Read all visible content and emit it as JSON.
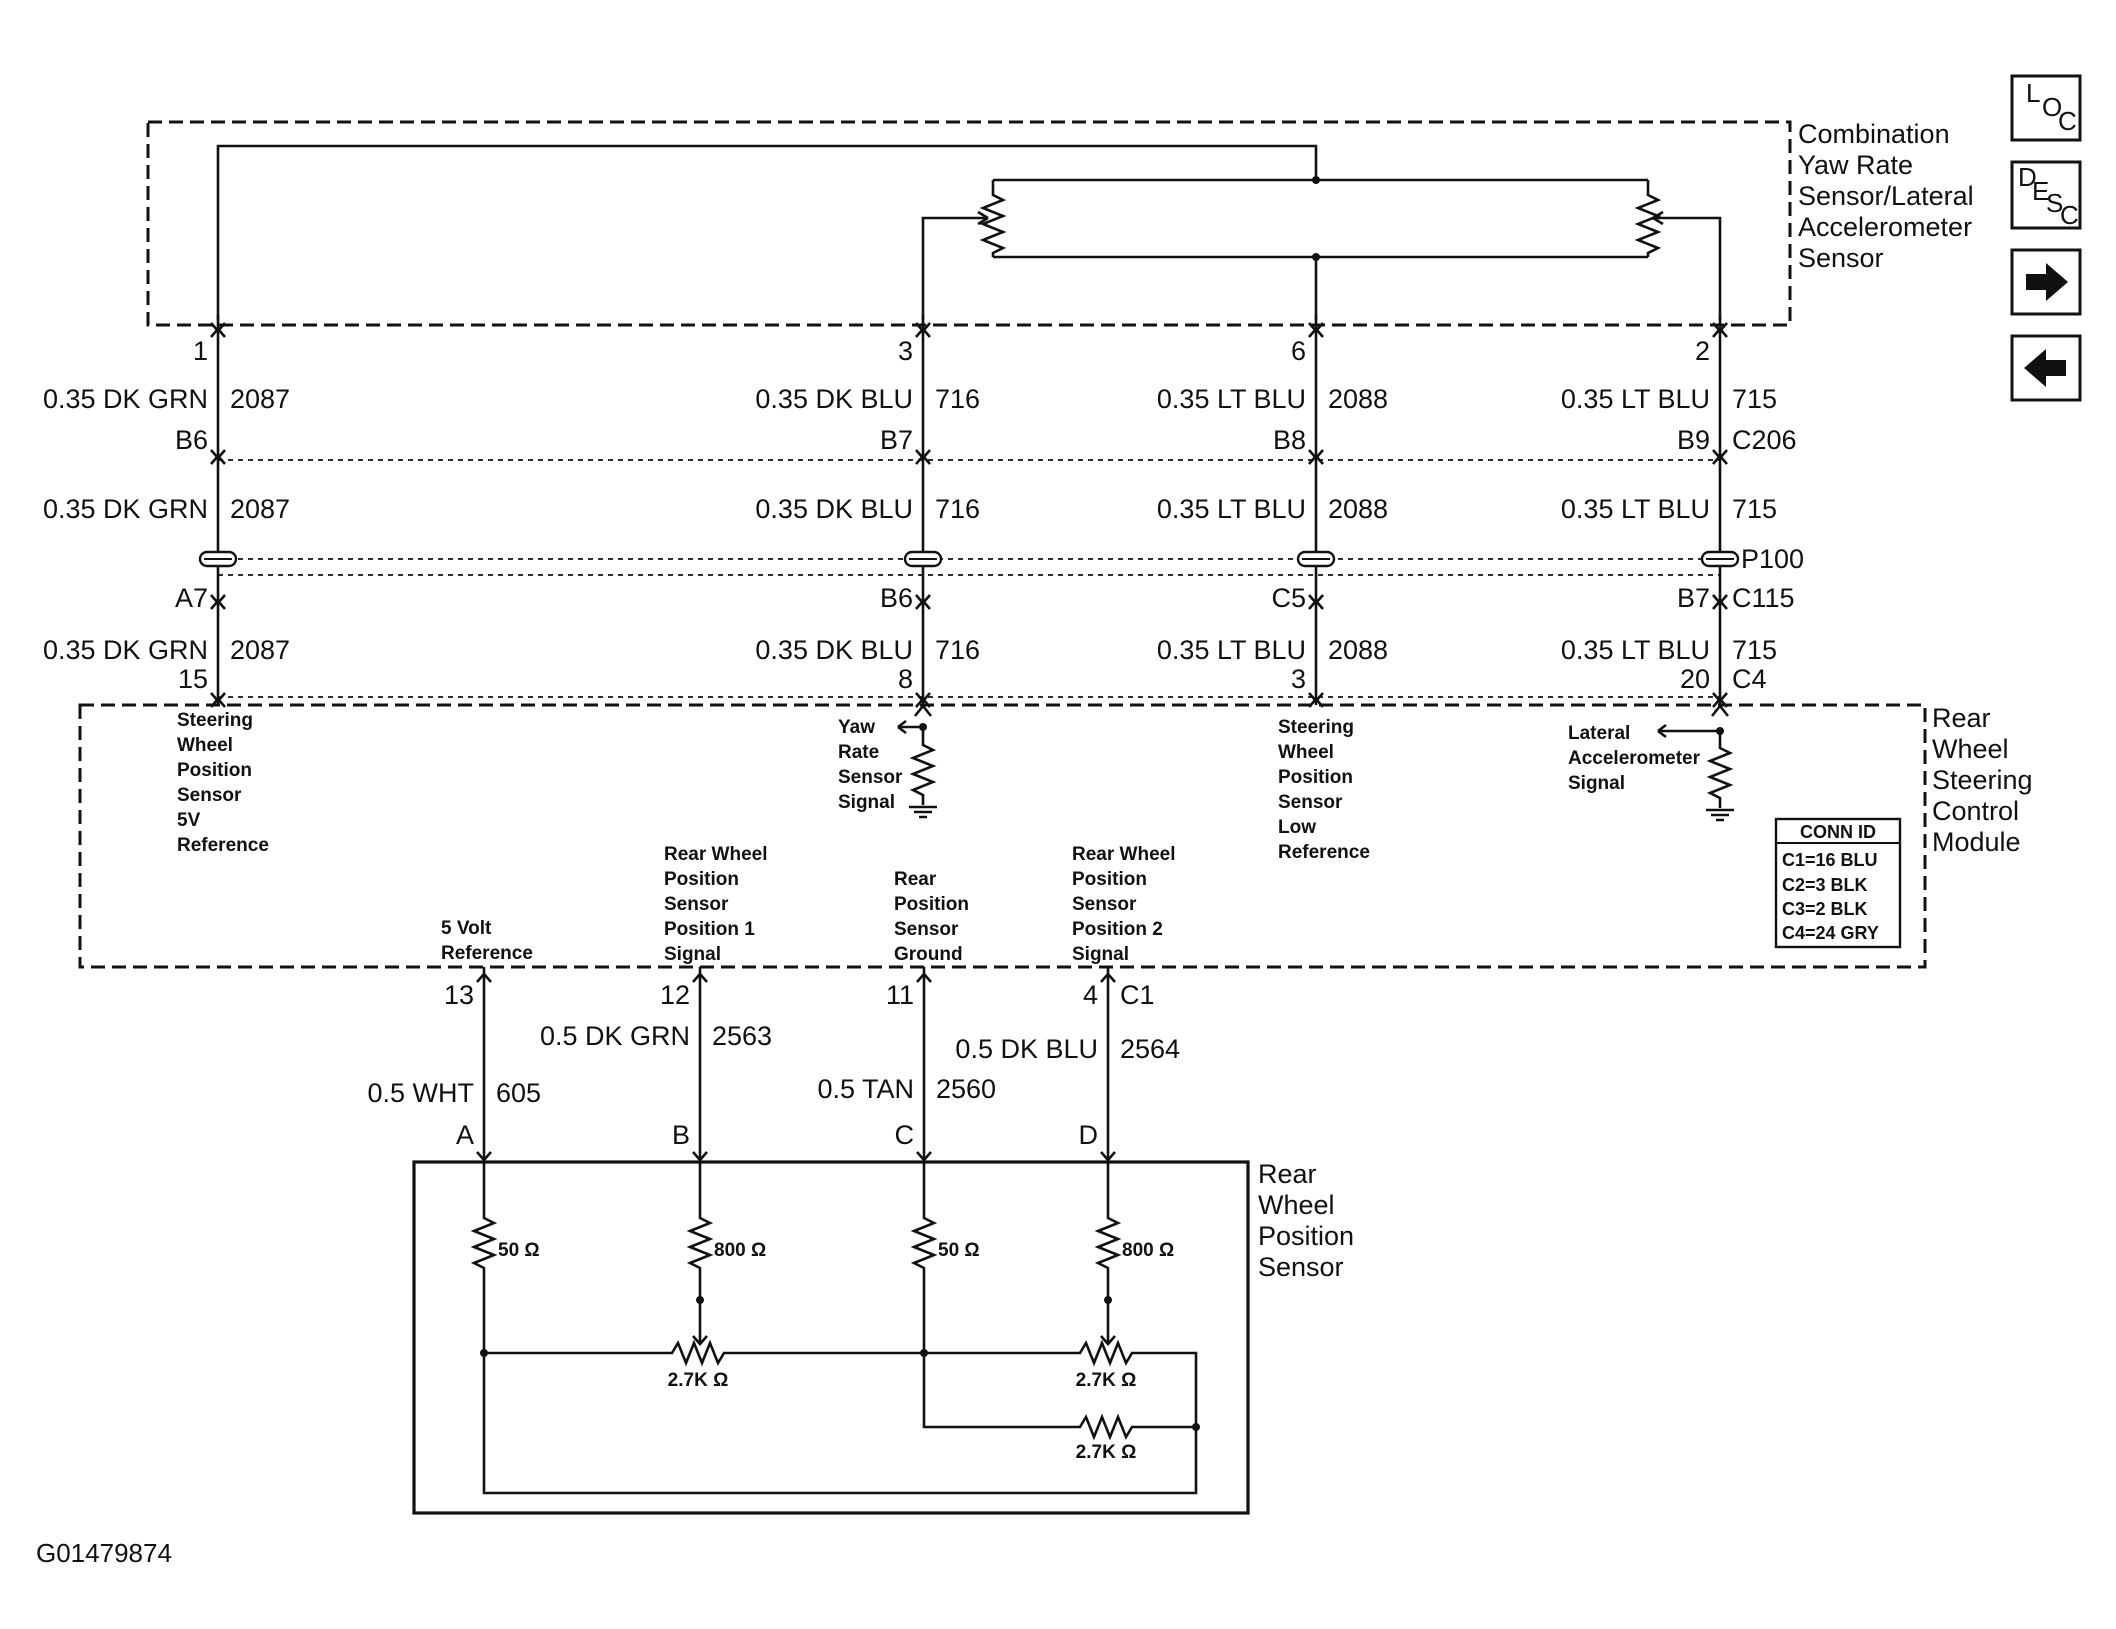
{
  "components": {
    "top_module": [
      "Combination",
      "Yaw Rate",
      "Sensor/Lateral",
      "Accelerometer",
      "Sensor"
    ],
    "control_module": [
      "Rear",
      "Wheel",
      "Steering",
      "Control",
      "Module"
    ],
    "bottom_sensor": [
      "Rear",
      "Wheel",
      "Position",
      "Sensor"
    ]
  },
  "nav": {
    "loc": [
      "L",
      "O",
      "C"
    ],
    "desc": [
      "D",
      "E",
      "S",
      "C"
    ],
    "next_icon": "arrow-right-icon",
    "prev_icon": "arrow-left-icon"
  },
  "upper_circuits": [
    {
      "pin_top": "1",
      "wire": "0.35 DK GRN",
      "circuit": "2087",
      "c206_pin": "B6",
      "c115_pin": "A7",
      "c4_pin": "15"
    },
    {
      "pin_top": "3",
      "wire": "0.35 DK BLU",
      "circuit": "716",
      "c206_pin": "B7",
      "c115_pin": "B6",
      "c4_pin": "8"
    },
    {
      "pin_top": "6",
      "wire": "0.35 LT BLU",
      "circuit": "2088",
      "c206_pin": "B8",
      "c115_pin": "C5",
      "c4_pin": "3"
    },
    {
      "pin_top": "2",
      "wire": "0.35 LT BLU",
      "circuit": "715",
      "c206_pin": "B9",
      "c115_pin": "B7",
      "c4_pin": "20"
    }
  ],
  "connectors": {
    "c206": "C206",
    "p100": "P100",
    "c115": "C115",
    "c4": "C4",
    "c1": "C1"
  },
  "module_signals": {
    "swps_5v": [
      "Steering",
      "Wheel",
      "Position",
      "Sensor",
      "5V",
      "Reference"
    ],
    "yaw": [
      "Yaw",
      "Rate",
      "Sensor",
      "Signal"
    ],
    "swps_low": [
      "Steering",
      "Wheel",
      "Position",
      "Sensor",
      "Low",
      "Reference"
    ],
    "lateral": [
      "Lateral",
      "Accelerometer",
      "Signal"
    ],
    "ref5v": [
      "5 Volt",
      "Reference"
    ],
    "pos1": [
      "Rear Wheel",
      "Position",
      "Sensor",
      "Position 1",
      "Signal"
    ],
    "ground": [
      "Rear",
      "Position",
      "Sensor",
      "Ground"
    ],
    "pos2": [
      "Rear Wheel",
      "Position",
      "Sensor",
      "Position 2",
      "Signal"
    ]
  },
  "conn_id": {
    "title": "CONN ID",
    "rows": [
      "C1=16 BLU",
      "C2=3 BLK",
      "C3=2 BLK",
      "C4=24 GRY"
    ]
  },
  "lower_circuits": [
    {
      "c1_pin": "13",
      "wire": "0.5 WHT",
      "circuit": "605",
      "sensor_pin": "A"
    },
    {
      "c1_pin": "12",
      "wire": "0.5 DK GRN",
      "circuit": "2563",
      "sensor_pin": "B"
    },
    {
      "c1_pin": "11",
      "wire": "0.5 TAN",
      "circuit": "2560",
      "sensor_pin": "C"
    },
    {
      "c1_pin": "4",
      "wire": "0.5 DK BLU",
      "circuit": "2564",
      "sensor_pin": "D"
    }
  ],
  "resistors": {
    "r50": "50 Ω",
    "r800": "800 Ω",
    "r2k7": "2.7K Ω"
  },
  "figure_id": "G01479874"
}
